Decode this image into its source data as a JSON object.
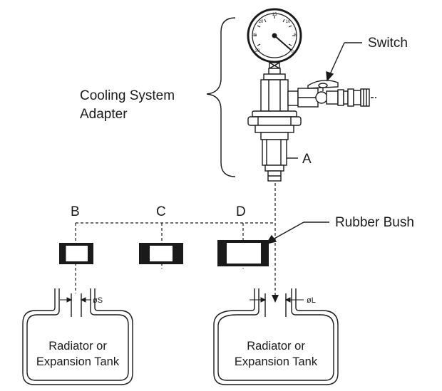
{
  "labels": {
    "switch": "Switch",
    "adapter_line1": "Cooling System",
    "adapter_line2": "Adapter",
    "a": "A",
    "b": "B",
    "c": "C",
    "d": "D",
    "rubber_bush": "Rubber Bush",
    "dia_small": "øS",
    "dia_large": "øL"
  },
  "gauge": {
    "ticks": [
      "30",
      "25",
      "20",
      "15",
      "10",
      "5",
      "0"
    ]
  },
  "tanks": [
    {
      "line1": "Radiator or",
      "line2": "Expansion Tank"
    },
    {
      "line1": "Radiator or",
      "line2": "Expansion Tank"
    }
  ]
}
